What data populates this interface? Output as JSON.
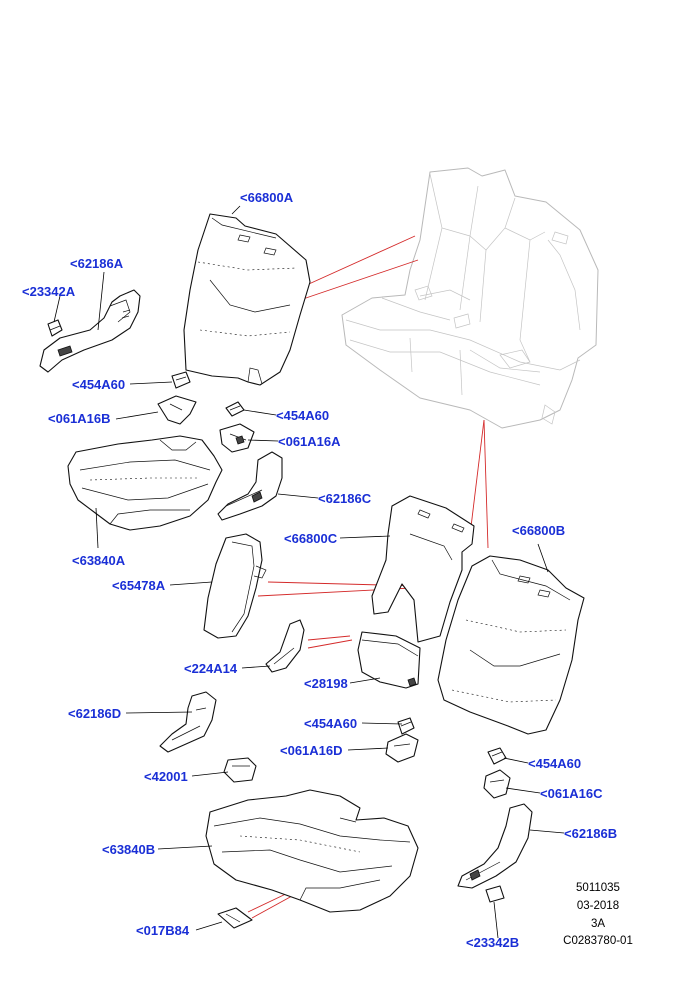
{
  "callouts": {
    "c66800A": "<66800A",
    "c62186A": "<62186A",
    "c23342A": "<23342A",
    "c454A60_1": "<454A60",
    "c061A16B": "<061A16B",
    "c454A60_2": "<454A60",
    "c061A16A": "<061A16A",
    "c62186C": "<62186C",
    "c63840A": "<63840A",
    "c66800C": "<66800C",
    "c66800B": "<66800B",
    "c65478A": "<65478A",
    "c224A14": "<224A14",
    "c28198": "<28198",
    "c62186D": "<62186D",
    "c454A60_3": "<454A60",
    "c061A16D": "<061A16D",
    "c454A60_4": "<454A60",
    "c42001": "<42001",
    "c061A16C": "<061A16C",
    "c63840B": "<63840B",
    "c62186B": "<62186B",
    "c017B84": "<017B84",
    "c23342B": "<23342B"
  },
  "meta": {
    "ref": "5011035",
    "date": "03-2018",
    "rev": "3A",
    "code": "C0283780-01"
  }
}
